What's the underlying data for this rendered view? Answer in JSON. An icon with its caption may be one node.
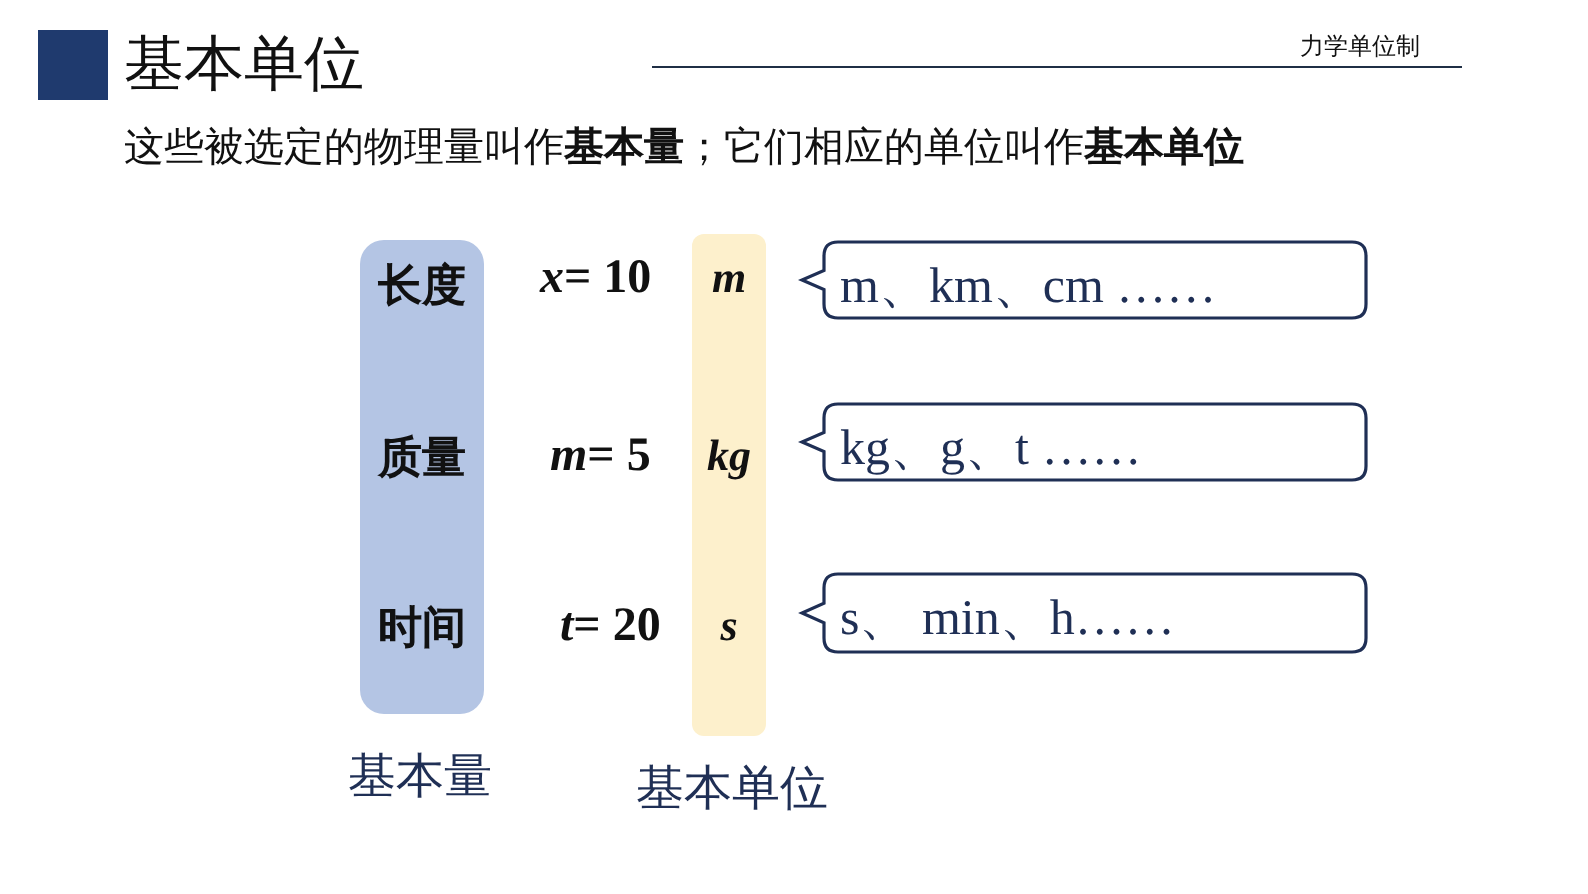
{
  "diagram": {
    "title": "基本单位",
    "nodes": [
      {
        "text": [
          "长度",
          "质量",
          "时间"
        ],
        "beside": [
          "基本量"
        ]
      },
      {
        "text": [
          "m",
          "kg",
          "s"
        ],
        "beside": [
          "基本单位"
        ]
      },
      {
        "text": [
          "m、km、cm ……"
        ]
      },
      {
        "text": [
          "kg、g、t ……"
        ]
      },
      {
        "text": [
          "s、 min、h……"
        ]
      }
    ],
    "labels": [
      "力学单位制",
      "这些被选定的物理量叫作**基本量**；它们相应的单位叫作**基本单位**",
      "*x*= 10",
      "*m*= 5",
      "*t*= 20"
    ]
  }
}
